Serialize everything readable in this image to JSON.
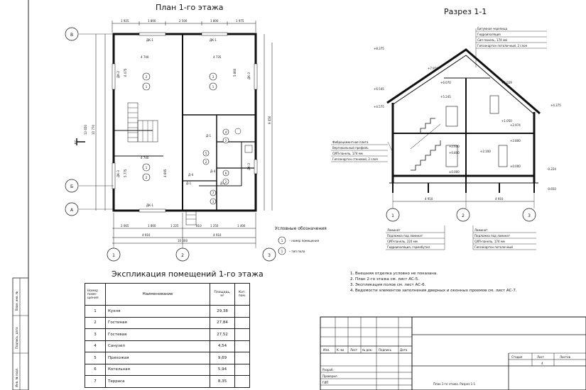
{
  "plan_title": "План 1-го этажа",
  "section_title": "Разрез 1-1",
  "explication_title": "Экспликация помещений 1-го этажа",
  "legend": {
    "title": "Условные обозначения",
    "room_number": "– номер помещения",
    "floor_type": "– тип пола",
    "sample_room": "1",
    "sample_floor": "1"
  },
  "axes": {
    "rows": [
      "В",
      "Б",
      "А"
    ],
    "cols": [
      "1",
      "2",
      "3"
    ]
  },
  "plan_dims": {
    "top": [
      "1 925",
      "1 800",
      "2 500",
      "1 800",
      "1 975"
    ],
    "bottom1": [
      "2 065",
      "1 800",
      "1 225",
      "810",
      "1 250",
      "1 400"
    ],
    "bottom2": [
      "4 910",
      "4 910"
    ],
    "bottom3": "10 000",
    "left_total": "10 770",
    "left_total2": "12 650",
    "right_total": "9 450",
    "rooms_w": [
      "4 740",
      "4 735",
      "4 740"
    ],
    "heights": [
      "6 075",
      "5 860",
      "5 775",
      "4 695"
    ]
  },
  "plan_labels": {
    "dk": [
      "ДК-1",
      "ДК-1",
      "ДК-1",
      "ДК-2",
      "ДК-3",
      "ДК-3",
      "ДК-3",
      "Д-1",
      "Д-4",
      "Д-4",
      "Д-1",
      "Д-2"
    ],
    "rooms": [
      {
        "num": "2",
        "floor": "1"
      },
      {
        "num": "3",
        "floor": "1"
      },
      {
        "num": "1",
        "floor": "2"
      },
      {
        "num": "4",
        "floor": "2"
      },
      {
        "num": "5",
        "floor": "2"
      },
      {
        "num": "6",
        "floor": "2"
      },
      {
        "num": "7",
        "floor": "3"
      }
    ],
    "section_mark": "1"
  },
  "section": {
    "roof_layers": [
      "Битумная черепица",
      "Гидроизоляция",
      "Сип-панель, 174 мм",
      "Гипсокартон потолочный, 2 слоя"
    ],
    "wall_layers": [
      "Фиброцементная плита",
      "Вертикальный профиль",
      "СИП-панель, 174 мм",
      "Гипсокартон стеновой, 2 слоя"
    ],
    "floor1_layers": [
      "Ламинат",
      "Подложка под ламинат",
      "СИП-панель, 224 мм",
      "Гидроизоляция, гермобутил"
    ],
    "floor2_layers": [
      "Ламинат",
      "Подложка под ламинат",
      "СИП-панель, 174 мм",
      "Гипсокартон потолочный"
    ],
    "marks": [
      "+8.375",
      "+7.950",
      "+6.070",
      "+6.545",
      "+5.245",
      "+6.029",
      "+4.575",
      "+2.974",
      "+2.800",
      "+2.600",
      "+0.800",
      "±0.000",
      "+2.100",
      "±0.000",
      "-0.224",
      "-0.650",
      "+4.375",
      "+1.050"
    ],
    "dims": [
      "4 910",
      "4 910"
    ],
    "axes": [
      "1",
      "2",
      "3"
    ]
  },
  "explication": {
    "headers": [
      "Номер поме-щения",
      "Наименование",
      "Площадь, м²",
      "Кат. пом."
    ],
    "rows": [
      {
        "n": "1",
        "name": "Кухня",
        "area": "29,38"
      },
      {
        "n": "2",
        "name": "Гостиная",
        "area": "27,84"
      },
      {
        "n": "3",
        "name": "Гостевая",
        "area": "27,52"
      },
      {
        "n": "4",
        "name": "Санузел",
        "area": "4,54"
      },
      {
        "n": "5",
        "name": "Прихожая",
        "area": "9,69"
      },
      {
        "n": "6",
        "name": "Котельная",
        "area": "5,94"
      },
      {
        "n": "7",
        "name": "Терраса",
        "area": "8,35"
      }
    ]
  },
  "notes": [
    "1. Внешняя отделка условно не показана.",
    "2. План 2-го этажа см. лист АС-5.",
    "3. Экспликация полов см. лист АС-6.",
    "4. Ведомости элементов заполнения дверных и оконных проемов см. лист АС-7."
  ],
  "stamp": {
    "cols": [
      "Изм.",
      "К.-во",
      "Лист",
      "№ док.",
      "Подпись",
      "Дата"
    ],
    "roles": [
      "Разраб.",
      "Проверил",
      "ГИП"
    ],
    "stage": "Стадия",
    "sheet": "Лист",
    "sheets": "Листов",
    "sheet_no": "4",
    "name": "План 1-го этажа. Разрез 1-1"
  },
  "side_stamp": [
    "Взам. инв. №",
    "Подпись, дата",
    "Инв. № подл."
  ]
}
